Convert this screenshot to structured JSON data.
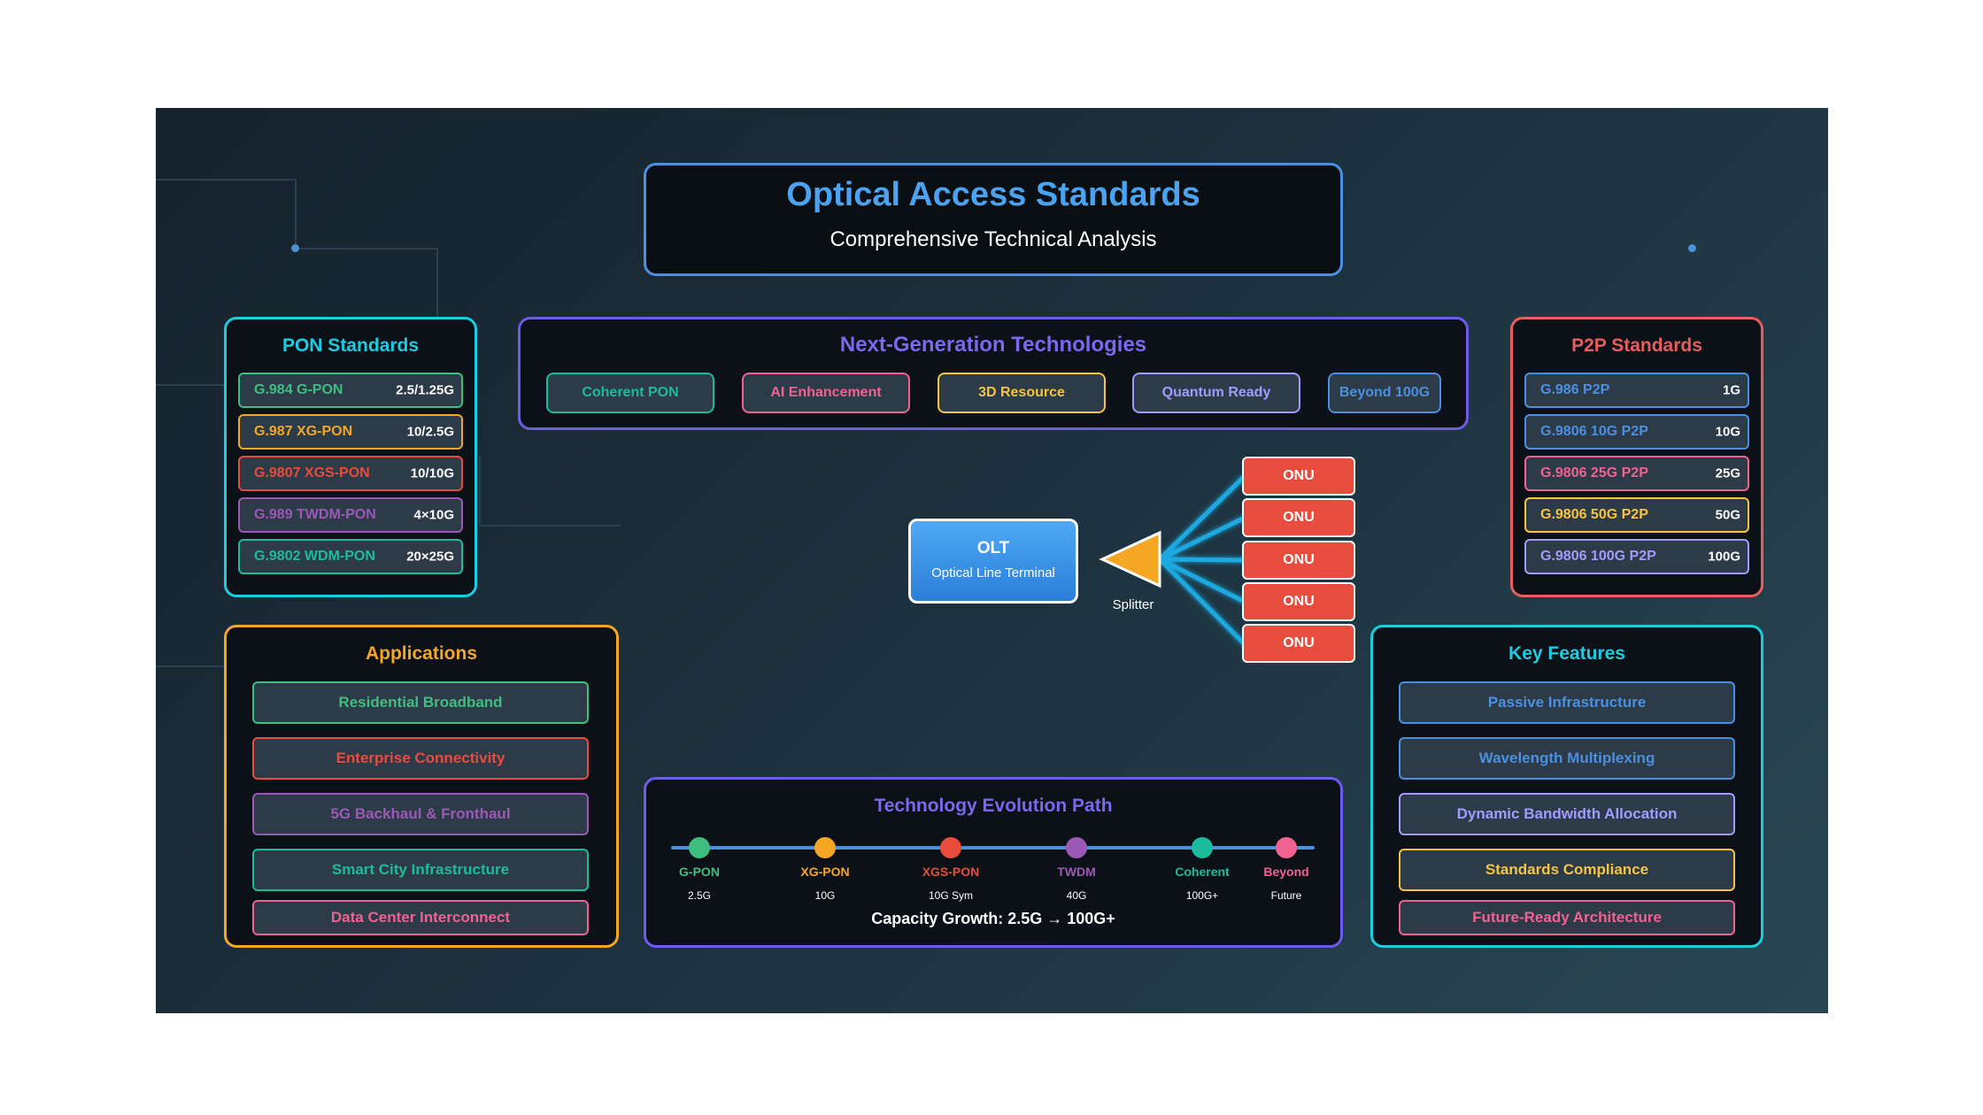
{
  "header": {
    "title": "Optical Access Standards",
    "subtitle": "Comprehensive Technical Analysis"
  },
  "pon": {
    "title": "PON Standards",
    "items": [
      {
        "name": "G.984 G-PON",
        "rate": "2.5/1.25G",
        "color": "#3fbf7f"
      },
      {
        "name": "G.987 XG-PON",
        "rate": "10/2.5G",
        "color": "#f5a623"
      },
      {
        "name": "G.9807 XGS-PON",
        "rate": "10/10G",
        "color": "#e74c3c"
      },
      {
        "name": "G.989 TWDM-PON",
        "rate": "4×10G",
        "color": "#9b59b6"
      },
      {
        "name": "G.9802 WDM-PON",
        "rate": "20×25G",
        "color": "#1abc9c"
      }
    ]
  },
  "nextgen": {
    "title": "Next-Generation Technologies",
    "items": [
      {
        "label": "Coherent PON",
        "color": "#1abc9c"
      },
      {
        "label": "AI Enhancement",
        "color": "#f06292"
      },
      {
        "label": "3D Resource",
        "color": "#f5c542"
      },
      {
        "label": "Quantum Ready",
        "color": "#a29bfe"
      },
      {
        "label": "Beyond 100G",
        "color": "#4a90e2"
      }
    ]
  },
  "p2p": {
    "title": "P2P Standards",
    "items": [
      {
        "name": "G.986 P2P",
        "rate": "1G",
        "color": "#4a90e2"
      },
      {
        "name": "G.9806 10G P2P",
        "rate": "10G",
        "color": "#4a90e2"
      },
      {
        "name": "G.9806 25G P2P",
        "rate": "25G",
        "color": "#f06292"
      },
      {
        "name": "G.9806 50G P2P",
        "rate": "50G",
        "color": "#f5c542"
      },
      {
        "name": "G.9806 100G P2P",
        "rate": "100G",
        "color": "#a29bfe"
      }
    ]
  },
  "network": {
    "olt_title": "OLT",
    "olt_subtitle": "Optical Line Terminal",
    "splitter_label": "Splitter",
    "onus": [
      "ONU",
      "ONU",
      "ONU",
      "ONU",
      "ONU"
    ]
  },
  "applications": {
    "title": "Applications",
    "items": [
      {
        "label": "Residential Broadband",
        "color": "#3fbf7f"
      },
      {
        "label": "Enterprise Connectivity",
        "color": "#e74c3c"
      },
      {
        "label": "5G Backhaul & Fronthaul",
        "color": "#9b59b6"
      },
      {
        "label": "Smart City Infrastructure",
        "color": "#1abc9c"
      },
      {
        "label": "Data Center Interconnect",
        "color": "#f06292"
      }
    ]
  },
  "features": {
    "title": "Key Features",
    "items": [
      {
        "label": "Passive Infrastructure",
        "color": "#4a90e2"
      },
      {
        "label": "Wavelength Multiplexing",
        "color": "#4a90e2"
      },
      {
        "label": "Dynamic Bandwidth Allocation",
        "color": "#a29bfe"
      },
      {
        "label": "Standards Compliance",
        "color": "#f5c542"
      },
      {
        "label": "Future-Ready Architecture",
        "color": "#f06292"
      }
    ]
  },
  "evolution": {
    "title": "Technology Evolution Path",
    "milestones": [
      {
        "name": "G-PON",
        "value": "2.5G",
        "color": "#3fbf7f"
      },
      {
        "name": "XG-PON",
        "value": "10G",
        "color": "#f5a623"
      },
      {
        "name": "XGS-PON",
        "value": "10G Sym",
        "color": "#e74c3c"
      },
      {
        "name": "TWDM",
        "value": "40G",
        "color": "#9b59b6"
      },
      {
        "name": "Coherent",
        "value": "100G+",
        "color": "#1abc9c"
      },
      {
        "name": "Beyond",
        "value": "Future",
        "color": "#f06292"
      }
    ],
    "caption": "Capacity Growth: 2.5G → 100G+"
  },
  "colors": {
    "header_border": "#4a90e2",
    "pon_border": "#1ecbe1",
    "nextgen_border": "#6c5ce7",
    "p2p_border": "#e85d5d",
    "applications_border": "#f5a623",
    "features_border": "#1ecbe1",
    "evolution_border": "#6c5ce7"
  }
}
